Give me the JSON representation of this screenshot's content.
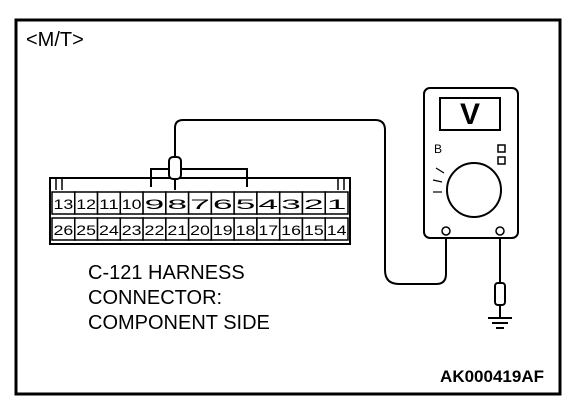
{
  "header": {
    "mode_label": "<M/T>"
  },
  "connector": {
    "label_lines": [
      "C-121 HARNESS",
      "CONNECTOR:",
      "COMPONENT SIDE"
    ],
    "top_row": [
      "13",
      "12",
      "11",
      "10",
      "9",
      "8",
      "7",
      "6",
      "5",
      "4",
      "3",
      "2",
      "1"
    ],
    "bottom_row": [
      "26",
      "25",
      "24",
      "23",
      "22",
      "21",
      "20",
      "19",
      "18",
      "17",
      "16",
      "15",
      "14"
    ],
    "probed_pin": "8"
  },
  "meter": {
    "display_symbol": "V",
    "selector_mark": "B"
  },
  "footer": {
    "figure_code": "AK000419AF"
  }
}
